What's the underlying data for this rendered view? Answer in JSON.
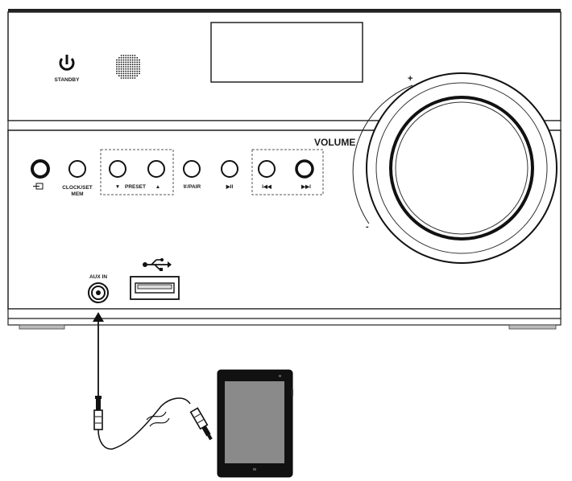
{
  "device": {
    "standby_label": "STANDBY",
    "volume_label": "VOLUME",
    "volume_plus": "+",
    "volume_minus": "-",
    "aux_in_label": "AUX IN",
    "usb_symbol": "usb-icon"
  },
  "buttons": [
    {
      "id": "source",
      "label": "",
      "icon": "source-input-icon"
    },
    {
      "id": "clock-set",
      "label": "CLOCK/SET",
      "sublabel": "MEM"
    },
    {
      "id": "preset-down",
      "label": "▼"
    },
    {
      "id": "preset-up",
      "label": "▲"
    },
    {
      "id": "pair",
      "label": "∓/PAIR"
    },
    {
      "id": "play-pause",
      "label": "▶II"
    },
    {
      "id": "prev",
      "label": "I◀◀"
    },
    {
      "id": "next",
      "label": "▶▶I"
    }
  ],
  "preset_label": "PRESET"
}
